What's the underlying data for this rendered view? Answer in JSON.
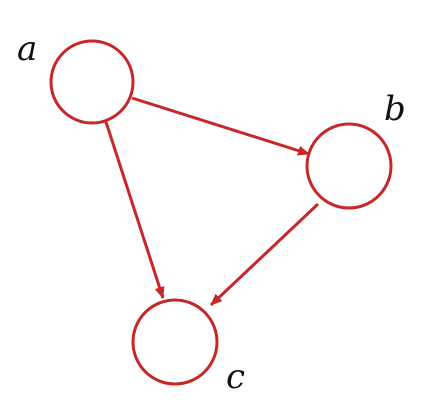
{
  "graph": {
    "nodes": [
      {
        "id": "a",
        "label": "a"
      },
      {
        "id": "b",
        "label": "b"
      },
      {
        "id": "c",
        "label": "c"
      }
    ],
    "edges": [
      {
        "from": "a",
        "to": "b"
      },
      {
        "from": "a",
        "to": "c"
      },
      {
        "from": "b",
        "to": "c"
      }
    ],
    "colors": {
      "stroke": "#c62828",
      "label": "#111111",
      "background": "#ffffff"
    }
  }
}
